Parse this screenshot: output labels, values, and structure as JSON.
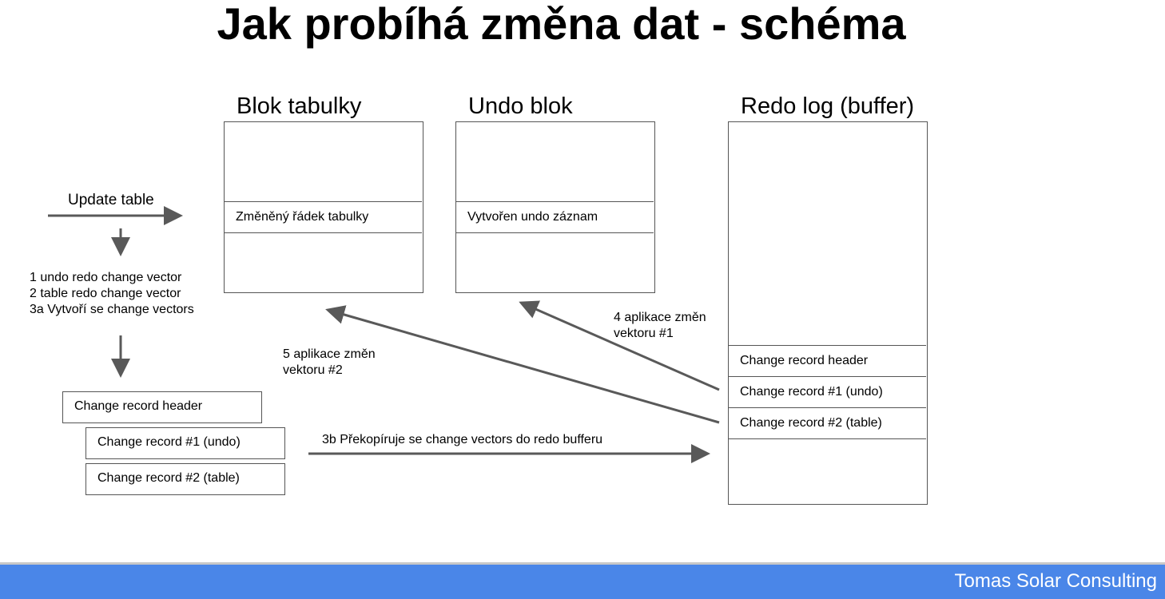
{
  "title": "Jak probíhá změna dat - schéma",
  "table_block": {
    "heading": "Blok tabulky",
    "row_label": "Změněný řádek tabulky"
  },
  "undo_block": {
    "heading": "Undo blok",
    "row_label": "Vytvořen undo záznam"
  },
  "redo_log": {
    "heading": "Redo log (buffer)",
    "rows": [
      "Change record header",
      "Change record #1 (undo)",
      "Change record #2 (table)"
    ]
  },
  "update_label": "Update table",
  "steps": [
    "1 undo redo change vector",
    "2 table redo change vector",
    "3a Vytvoří se change vectors"
  ],
  "change_records": [
    "Change record header",
    "Change record #1 (undo)",
    "Change record #2 (table)"
  ],
  "step3b_label": "3b Překopíruje se change vectors do redo bufferu",
  "step4_label": {
    "line1": "4 aplikace změn",
    "line2": "vektoru #1"
  },
  "step5_label": {
    "line1": "5 aplikace změn",
    "line2": "vektoru #2"
  },
  "footer": "Tomas Solar Consulting",
  "colors": {
    "footer_bar": "#4a86e8",
    "arrow": "#595959",
    "border": "#555555"
  }
}
